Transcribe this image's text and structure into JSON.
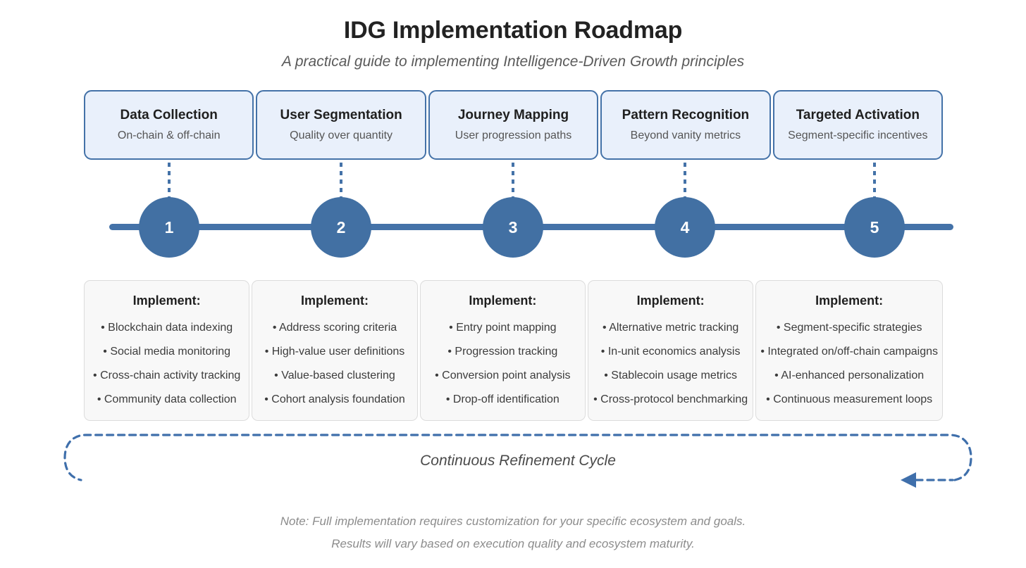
{
  "header": {
    "title": "IDG Implementation Roadmap",
    "subtitle": "A practical guide to implementing Intelligence-Driven Growth principles"
  },
  "colors": {
    "accent": "#4472a8",
    "node_fill": "#4270a3",
    "phase_card_fill": "#e9f0fb",
    "implement_card_fill": "#f8f8f8",
    "implement_card_border": "#dcdcdc",
    "title_text": "#222222",
    "subtitle_text": "#5a5a5a",
    "note_text": "#8c8c8c"
  },
  "phases": [
    {
      "step": "1",
      "title": "Data Collection",
      "subtitle": "On-chain & off-chain",
      "implement_heading": "Implement:",
      "items": [
        "• Blockchain data indexing",
        "• Social media monitoring",
        "• Cross-chain activity tracking",
        "• Community data collection"
      ]
    },
    {
      "step": "2",
      "title": "User Segmentation",
      "subtitle": "Quality over quantity",
      "implement_heading": "Implement:",
      "items": [
        "• Address scoring criteria",
        "• High-value user definitions",
        "• Value-based clustering",
        "• Cohort analysis foundation"
      ]
    },
    {
      "step": "3",
      "title": "Journey Mapping",
      "subtitle": "User progression paths",
      "implement_heading": "Implement:",
      "items": [
        "• Entry point mapping",
        "• Progression tracking",
        "• Conversion point analysis",
        "• Drop-off identification"
      ]
    },
    {
      "step": "4",
      "title": "Pattern Recognition",
      "subtitle": "Beyond vanity metrics",
      "implement_heading": "Implement:",
      "items": [
        "• Alternative metric tracking",
        "• In-unit economics analysis",
        "• Stablecoin usage metrics",
        "• Cross-protocol benchmarking"
      ]
    },
    {
      "step": "5",
      "title": "Targeted Activation",
      "subtitle": "Segment-specific incentives",
      "implement_heading": "Implement:",
      "items": [
        "• Segment-specific strategies",
        "• Integrated on/off-chain campaigns",
        "• AI-enhanced personalization",
        "• Continuous measurement loops"
      ]
    }
  ],
  "cycle": {
    "label": "Continuous Refinement Cycle"
  },
  "notes": [
    "Note: Full implementation requires customization for your specific ecosystem and goals.",
    "Results will vary based on execution quality and ecosystem maturity."
  ]
}
